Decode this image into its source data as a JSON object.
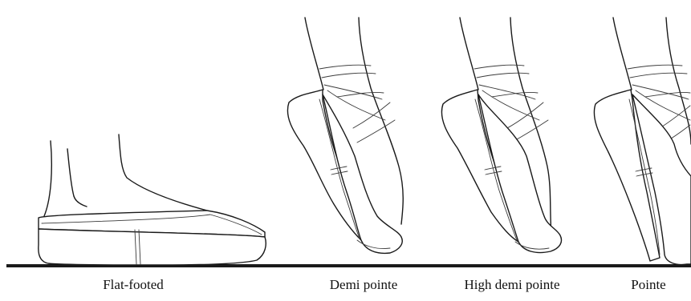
{
  "labels": {
    "flat": "Flat-footed",
    "demi": "Demi pointe",
    "high_demi": "High demi pointe",
    "pointe": "Pointe"
  },
  "colors": {
    "line": "#1a1a1a",
    "floor": "#1a1a1a",
    "background": "#ffffff"
  }
}
